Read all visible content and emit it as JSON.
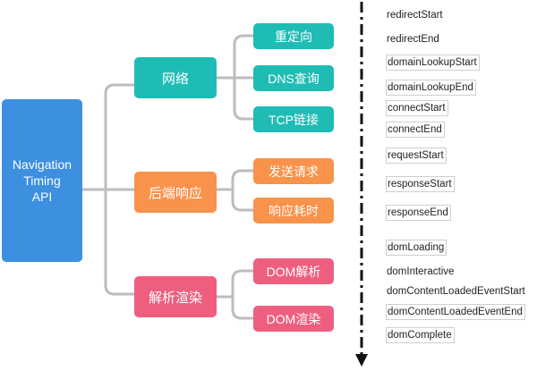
{
  "root": {
    "lines": [
      "Navigation",
      "Timing",
      "API"
    ]
  },
  "branches": [
    {
      "label": "网络",
      "children": [
        "重定向",
        "DNS查询",
        "TCP链接"
      ]
    },
    {
      "label": "后端响应",
      "children": [
        "发送请求",
        "响应耗时"
      ]
    },
    {
      "label": "解析渲染",
      "children": [
        "DOM解析",
        "DOM渲染"
      ]
    }
  ],
  "timeline": {
    "events": [
      "redirectStart",
      "redirectEnd",
      "domainLookupStart",
      "domainLookupEnd",
      "connectStart",
      "connectEnd",
      "requestStart",
      "responseStart",
      "responseEnd",
      "domLoading",
      "domInteractive",
      "domContentLoadedEventStart",
      "domContentLoadedEventEnd",
      "domComplete"
    ]
  },
  "colors": {
    "root": "#3d8fe0",
    "network": "#1fbcb5",
    "backend": "#f9924a",
    "render": "#ee5f7f",
    "connector": "#bdbdbd",
    "timeline": "#111111"
  }
}
